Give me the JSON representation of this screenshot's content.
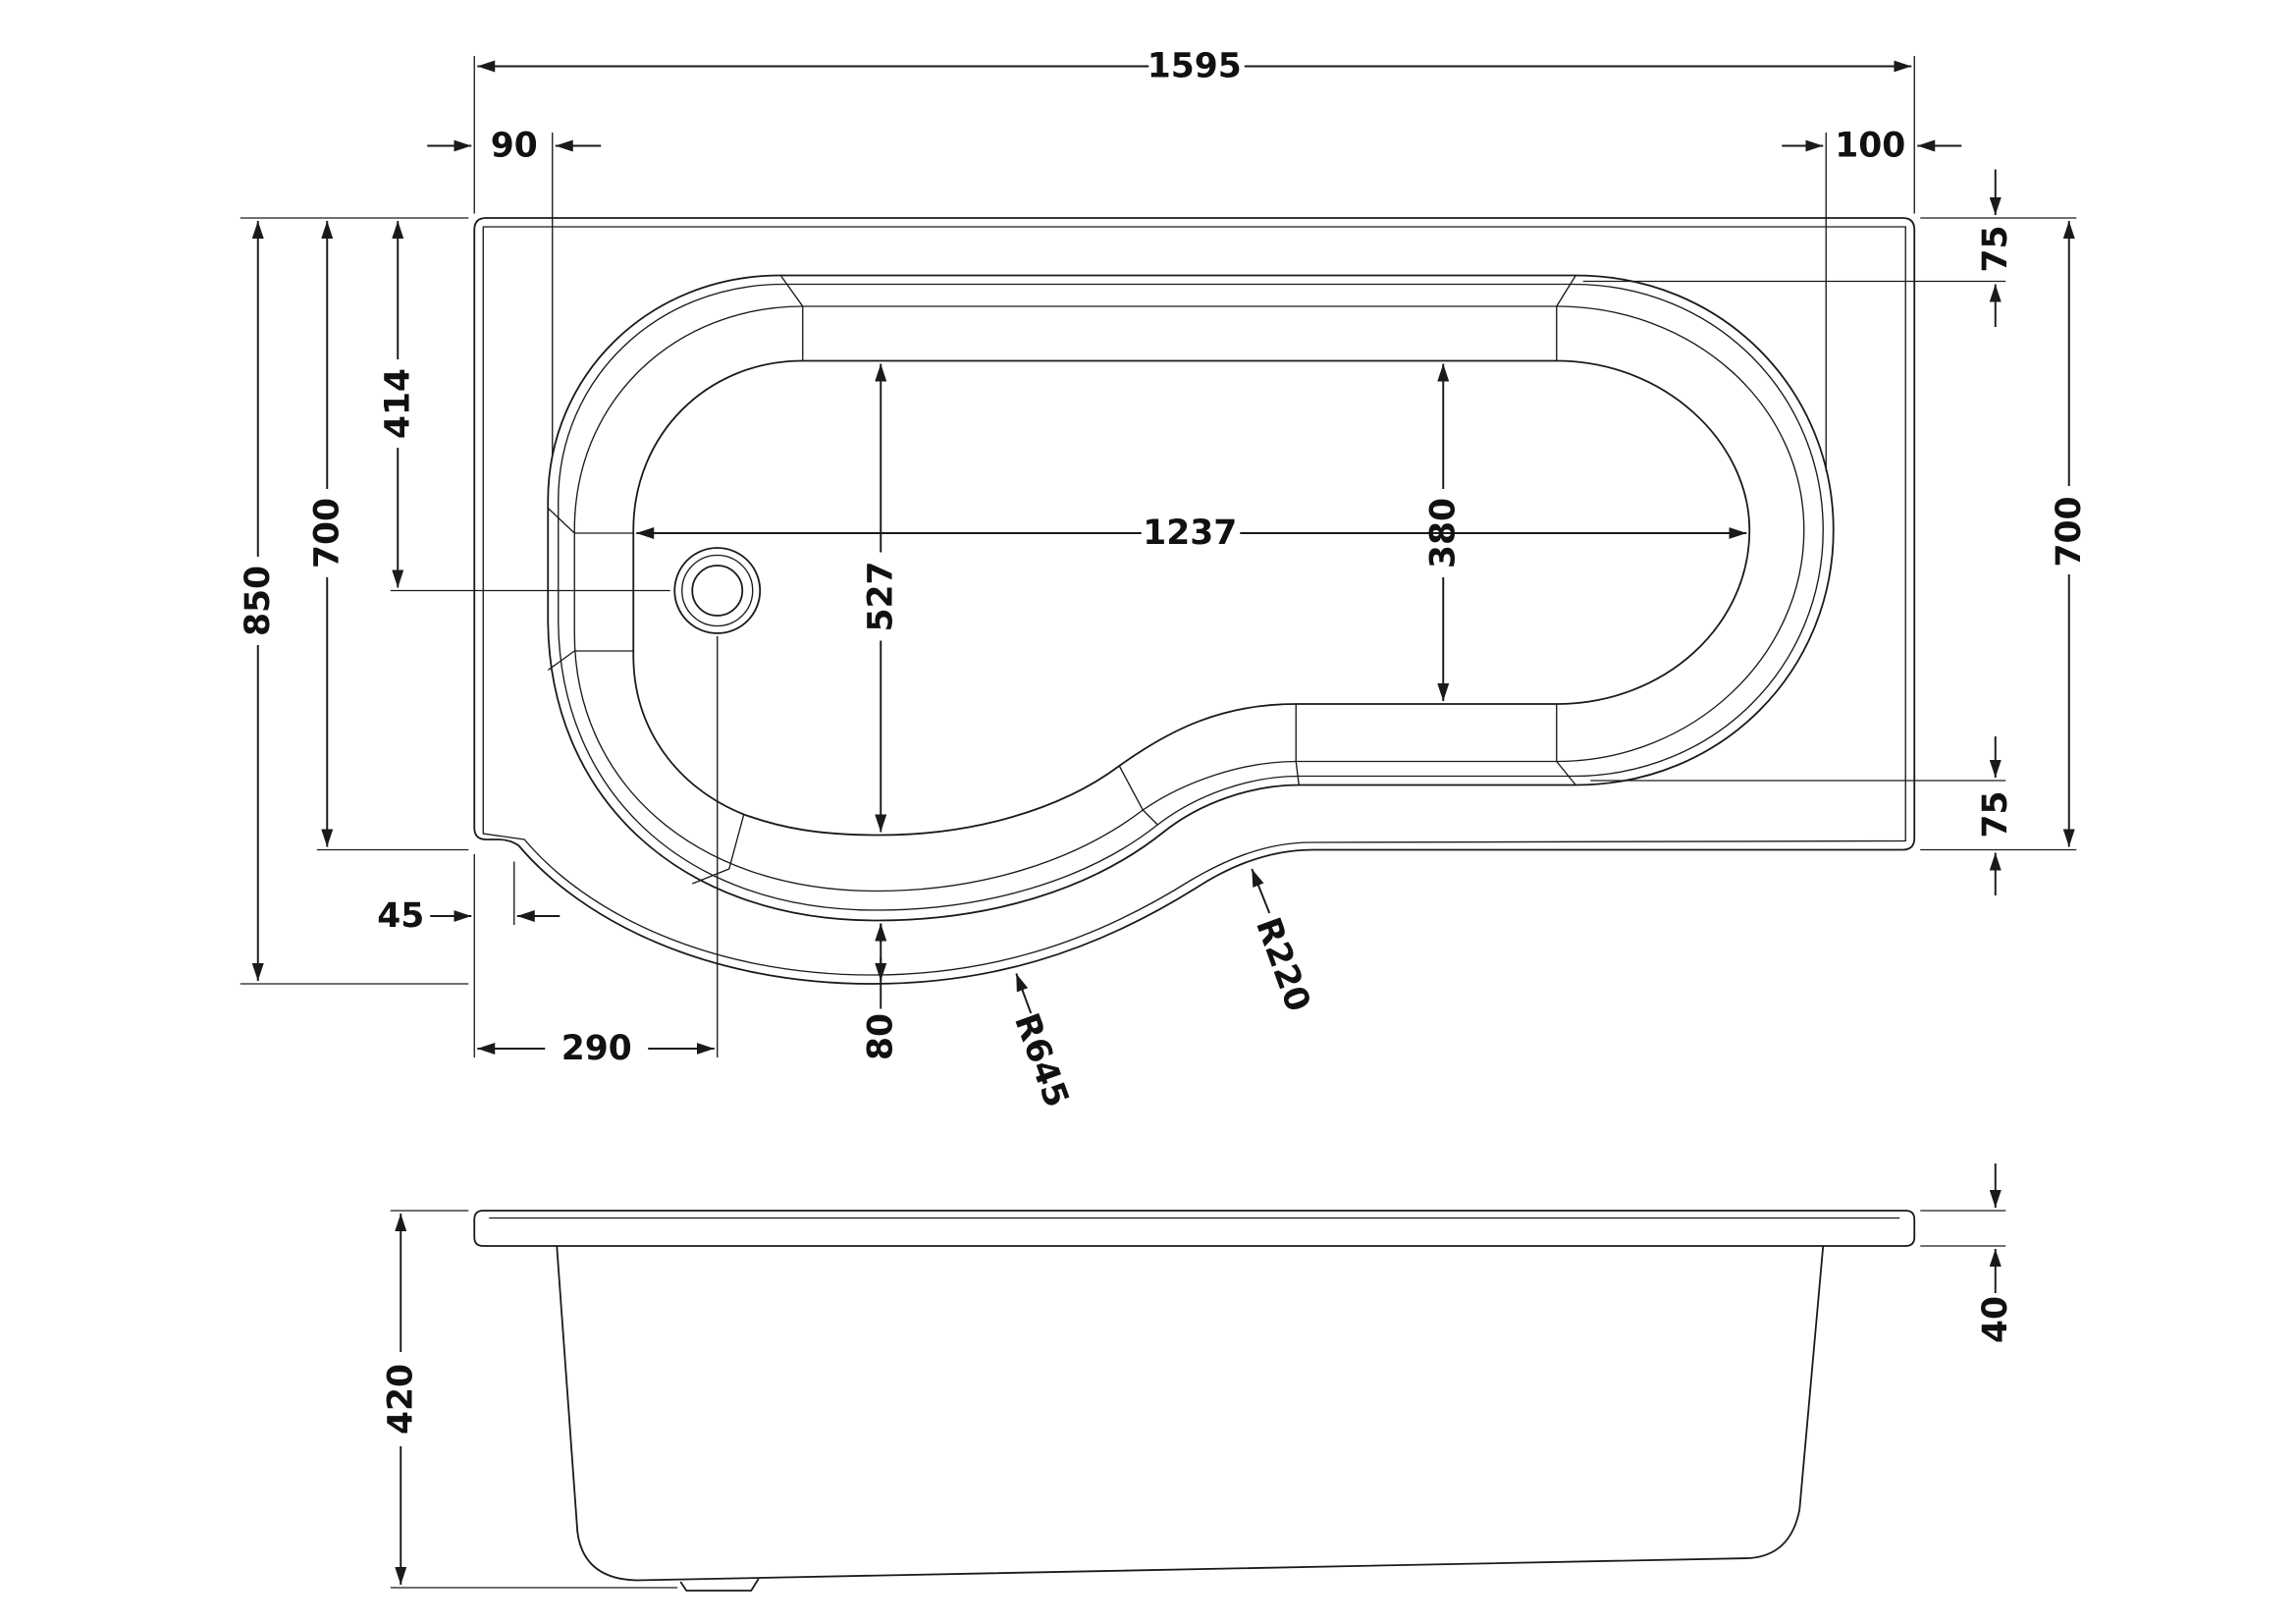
{
  "colors": {
    "line": "#1a1a1a",
    "background": "#ffffff"
  },
  "plan_view": {
    "overall_length": "1595",
    "left_offset": "90",
    "right_offset": "100",
    "top_rim": "75",
    "bottom_rim": "75",
    "right_width": "700",
    "overall_width": "850",
    "left_width": "700",
    "waste_from_top": "414",
    "internal_length": "1237",
    "internal_width_left": "527",
    "internal_width_right": "380",
    "corner_inset": "45",
    "waste_from_left": "290",
    "bottom_rim_depth": "80",
    "radius_large": "R645",
    "radius_small": "R220"
  },
  "side_view": {
    "height": "420",
    "rim_thickness": "40"
  }
}
